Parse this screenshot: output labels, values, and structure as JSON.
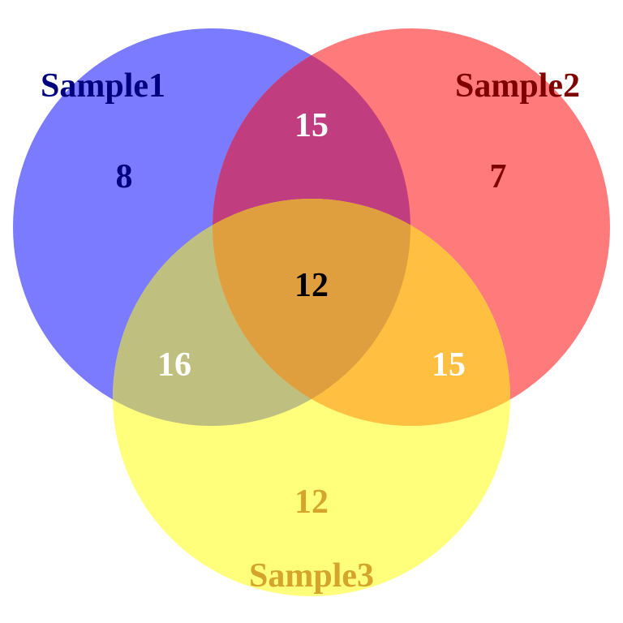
{
  "sets": [
    {
      "label": "Sample1",
      "fill": "#7b7bff",
      "label_color": "#00007f"
    },
    {
      "label": "Sample2",
      "fill": "#ff7b7b",
      "label_color": "#7f0000"
    },
    {
      "label": "Sample3",
      "fill": "#ffff7b",
      "label_color": "#d4a52a"
    }
  ],
  "regions": {
    "only_sample1": {
      "count": "8",
      "color": "#00007f"
    },
    "only_sample2": {
      "count": "7",
      "color": "#7f0000"
    },
    "only_sample3": {
      "count": "12",
      "color": "#d4a52a"
    },
    "sample1_sample2": {
      "count": "15",
      "color": "#ffffff"
    },
    "sample1_sample3": {
      "count": "16",
      "color": "#ffffff"
    },
    "sample2_sample3": {
      "count": "15",
      "color": "#ffffff"
    },
    "all_three": {
      "count": "12",
      "color": "#000000"
    }
  },
  "overlap_colors": {
    "sample1_sample2": "#c03e7f",
    "sample1_sample3": "#bfbf7f",
    "sample2_sample3": "#ffbf40",
    "all_three": "#df9f3f"
  }
}
